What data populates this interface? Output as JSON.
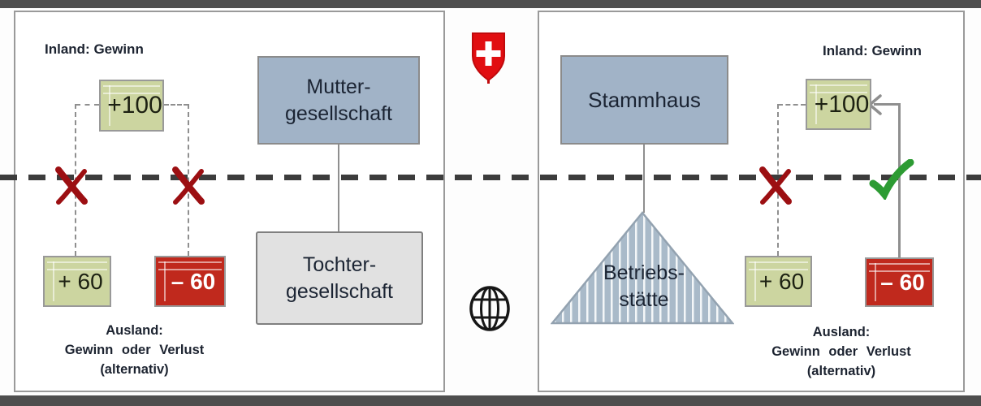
{
  "colors": {
    "background": "#4e4e4e",
    "panel_border": "#9a9a9a",
    "company_box_fill": "#a1b3c7",
    "subsidiary_box_fill": "#e1e1e1",
    "gain_note_fill": "#ccd5a0",
    "loss_note_fill": "#c0291d",
    "cross_red": "#9c0f12",
    "check_green": "#2d9b33",
    "border_dash": "#3c3c3c"
  },
  "left_panel": {
    "inland_label": "Inland: Gewinn",
    "parent_box": {
      "line1": "Mutter-",
      "line2": "gesellschaft"
    },
    "subsidiary_box": {
      "line1": "Tochter-",
      "line2": "gesellschaft"
    },
    "profit_note": "+100",
    "foreign_profit_note": "+ 60",
    "foreign_loss_note": "– 60",
    "ausland_label": {
      "line1": "Ausland:",
      "line2": "Gewinn oder Verlust",
      "line3": "(alternativ)"
    }
  },
  "right_panel": {
    "inland_label": "Inland: Gewinn",
    "head_office_box": "Stammhaus",
    "permanent_establishment": {
      "line1": "Betriebs-",
      "line2": "stätte"
    },
    "profit_note": "+100",
    "foreign_profit_note": "+ 60",
    "foreign_loss_note": "– 60",
    "ausland_label": {
      "line1": "Ausland:",
      "line2": "Gewinn oder Verlust",
      "line3": "(alternativ)"
    }
  },
  "icons": {
    "swiss_shield": "swiss-federal-coat-of-arms",
    "globe": "globe-grid"
  }
}
